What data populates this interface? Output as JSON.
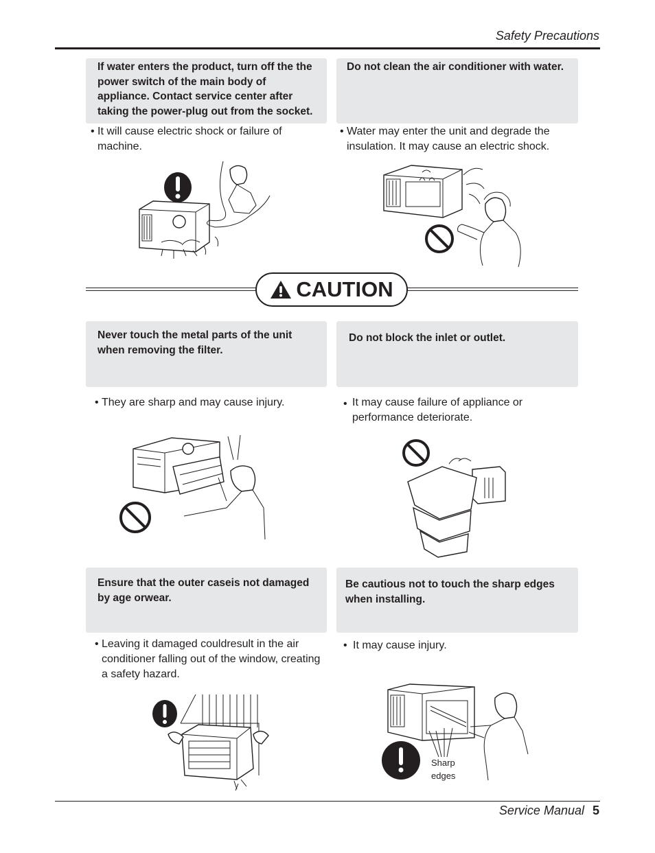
{
  "header": {
    "section_title": "Safety Precautions"
  },
  "caution_banner": {
    "label": "CAUTION"
  },
  "warnings": [
    {
      "heading": "If water enters the product, turn off the the power switch of the main body of appliance. Contact service center after taking the power-plug out from the socket.",
      "bullet": "It will cause electric shock or failure of machine."
    },
    {
      "heading": "Do not clean the air conditioner with water.",
      "bullet": "Water may enter the unit and degrade the insulation. It may cause an electric shock."
    }
  ],
  "cautions": [
    {
      "heading": "Never touch the metal parts of the unit when removing the filter.",
      "bullet": "They are sharp and may cause injury."
    },
    {
      "heading": "Do not block the inlet or outlet.",
      "bullet": "It may cause failure of appliance or performance deteriorate."
    },
    {
      "heading": "Ensure that the outer caseis not damaged by age orwear.",
      "bullet": "Leaving it damaged couldresult in the air conditioner falling out of the window, creating a safety hazard."
    },
    {
      "heading": "Be cautious not to touch the sharp edges when installing.",
      "bullet": "It may cause injury.",
      "callout_line1": "Sharp",
      "callout_line2": "edges"
    }
  ],
  "bullet_symbol": "•",
  "footer": {
    "manual_label": "Service Manual",
    "page_number": "5"
  },
  "icons": [
    "exclamation-icon",
    "prohibition-icon",
    "warning-triangle-icon"
  ],
  "colors": {
    "text": "#231f20",
    "box_background": "#e6e7e8"
  }
}
